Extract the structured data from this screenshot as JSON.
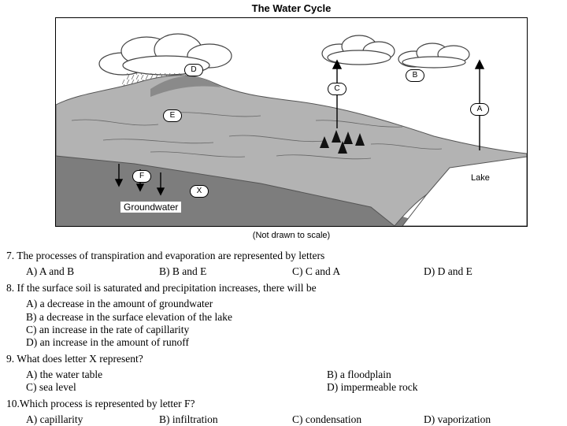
{
  "title": "The Water Cycle",
  "caption": "(Not drawn to scale)",
  "diagram": {
    "letters": [
      "A",
      "B",
      "C",
      "D",
      "E",
      "F",
      "X"
    ],
    "lake_label": "Lake",
    "groundwater_label": "Groundwater"
  },
  "questions": [
    {
      "stem": "7. The processes of transpiration and evaporation are represented by letters",
      "options": [
        "A) A and B",
        "B) B and E",
        "C) C and A",
        "D) D and E"
      ]
    },
    {
      "stem": "8. If the surface soil is saturated and precipitation increases, there will be",
      "options": [
        "A) a decrease in the amount of groundwater",
        "B) a decrease in the surface elevation of the lake",
        "C) an increase in the rate of capillarity",
        "D) an increase in the amount of runoff"
      ]
    },
    {
      "stem": "9. What does letter X represent?",
      "options": [
        "A) the water table",
        "B) a floodplain",
        "C) sea level",
        "D) impermeable rock"
      ]
    },
    {
      "stem": "10.Which process is represented by letter F?",
      "options": [
        "A) capillarity",
        "B) infiltration",
        "C) condensation",
        "D) vaporization"
      ]
    }
  ]
}
